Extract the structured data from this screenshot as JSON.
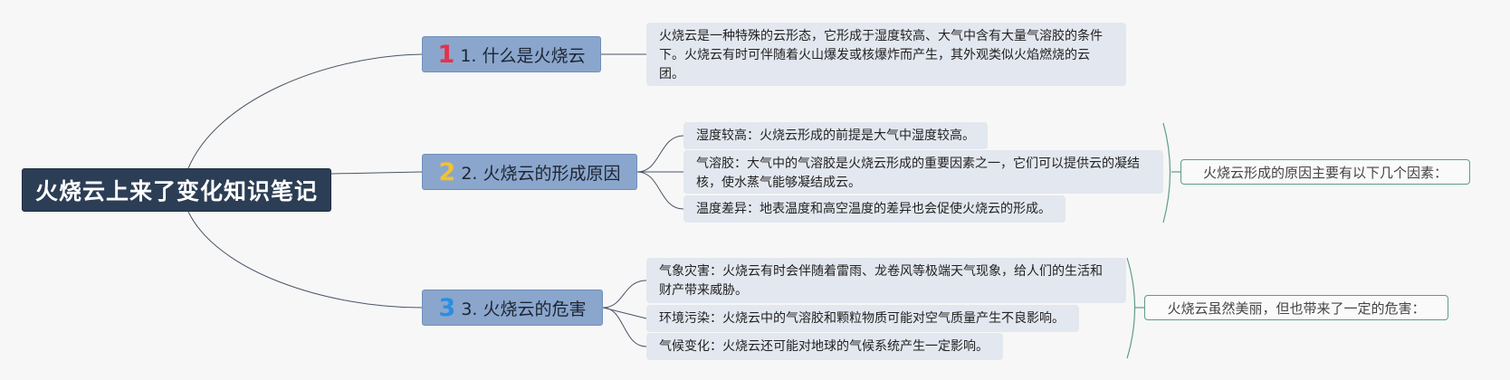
{
  "root": {
    "label": "火烧云上来了变化知识笔记"
  },
  "branches": [
    {
      "marker": "1",
      "label": "1. 什么是火烧云",
      "items": [
        "火烧云是一种特殊的云形态，它形成于湿度较高、大气中含有大量气溶胶的条件下。火烧云有时可伴随着火山爆发或核爆炸而产生，其外观类似火焰燃烧的云团。"
      ]
    },
    {
      "marker": "2",
      "label": "2. 火烧云的形成原因",
      "items": [
        "湿度较高：火烧云形成的前提是大气中湿度较高。",
        "气溶胶：大气中的气溶胶是火烧云形成的重要因素之一，它们可以提供云的凝结核，使水蒸气能够凝结成云。",
        "温度差异：地表温度和高空温度的差异也会促使火烧云的形成。"
      ],
      "summary": "火烧云形成的原因主要有以下几个因素："
    },
    {
      "marker": "3",
      "label": "3. 火烧云的危害",
      "items": [
        "气象灾害：火烧云有时会伴随着雷雨、龙卷风等极端天气现象，给人们的生活和财产带来威胁。",
        "环境污染：火烧云中的气溶胶和颗粒物质可能对空气质量产生不良影响。",
        "气候变化：火烧云还可能对地球的气候系统产生一定影响。"
      ],
      "summary": "火烧云虽然美丽，但也带来了一定的危害："
    }
  ],
  "colors": {
    "root_bg": "#2c3e55",
    "branch_bg": "#8ba6cc",
    "leaf_bg": "#e3e7ef",
    "summary_border": "#5f9c88",
    "connector": "#4a5568",
    "marker_1": "#e2334a",
    "marker_2": "#f1c232",
    "marker_3": "#2b8fe0"
  }
}
